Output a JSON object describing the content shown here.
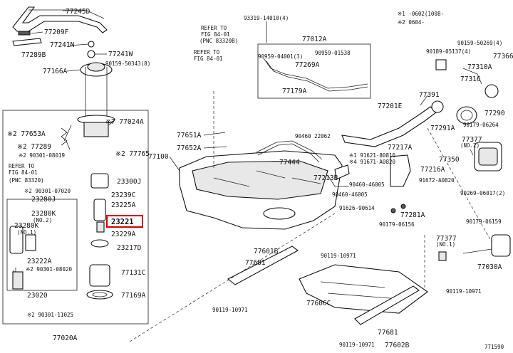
{
  "diagram": {
    "labels": {
      "p77245D": "77245D",
      "p77209F": "77209F",
      "p77289B": "77289B",
      "p77241N": "77241N",
      "p77241W": "77241W",
      "p90159_50343": "90159-50343(8)",
      "p77166A": "77166A",
      "p77024A": "※7 77024A",
      "p77653A": "※2 77653A",
      "p77289": "※2 77289",
      "p90301_08019": "※2 90301-08019",
      "p77765": "※2 77765",
      "ref_fig84_left": "REFER TO",
      "ref_fig84_left2": "FIG 84-01",
      "ref_pnc83320_left": "(PNC 83320)",
      "p90301_07020": "※2 90301-07020",
      "p23280J": "23280J",
      "p23280K_top": "23280K",
      "p23280K_no2": "(NO.2)",
      "p23280K": "23280K",
      "p23280K_no1": "(NO.1)",
      "p23222A": "23222A",
      "p90301_08020": "※2 90301-08020",
      "p23020": "23020",
      "p90301_11025": "※2 90301-11025",
      "p77020A": "77020A",
      "p23300J": "23300J",
      "p23239C": "23239C",
      "p23225A": "23225A",
      "p23221": "23221",
      "p23229A": "23229A",
      "p23217D": "23217D",
      "p77131C": "77131C",
      "p77169A": "77169A",
      "ref_fig84_mid": "REFER TO",
      "ref_fig84_mid2": "FIG 84-01",
      "ref_pnc83320_mid": "(PNC 83320B)",
      "ref_fig84_mid3": "REFER TO",
      "ref_fig84_mid4": "FIG 84-01",
      "p77651A": "77651A",
      "p77652A": "77652A",
      "p77100": "77100",
      "p93319": "93319-14010(4)",
      "p77012A": "77012A",
      "p90959_04001": "90959-04001(3)",
      "p90959_01538": "90959-01538",
      "p77269A": "77269A",
      "p77179A": "77179A",
      "p90460_22062": "90460 22062",
      "p77444": "77444",
      "p91621": "※1 91621-80816",
      "p91671": "※4 91671-A0820",
      "p77213B": "77213B",
      "p90460_46005a": "90460-46005",
      "p90460_46005b": "90460-46005",
      "p91626": "91626-90614",
      "p77217A": "77217A",
      "p77216A": "77216A",
      "p91672": "91672-A0820",
      "p77281A": "77281A",
      "p90179_06156": "90179-06156",
      "p77201E": "77201E",
      "p77391": "77391",
      "p77291A": "77291A",
      "p77290": "77290",
      "p90179_06264": "90179-06264",
      "p77377_top": "77377",
      "p77377_no2": "(NO.2)",
      "p77350": "77350",
      "p90269_06017": "90269-06017(2)",
      "p90189_05137": "90189-05137(4)",
      "p90159_50269": "90159-50269(4)",
      "p77366": "77366",
      "p77310A": "77310A",
      "p77316": "77316",
      "legend1": "※1  -0602(1008-",
      "legend2": "※2 0604-",
      "p90179_06159": "90179-06159",
      "p77377": "77377",
      "p77377_no1": "(NO.1)",
      "p77030A": "77030A",
      "p77601B": "77601B",
      "p77681a": "77681",
      "p90119_10971a": "90119-10971",
      "p90119_10971b": "90119-10971",
      "p90119_10971c": "90119-10971",
      "p90119_10971d": "90119-10971",
      "p77606C": "77606C",
      "p77681b": "77681",
      "p77602B": "77602B",
      "footer": "771590"
    }
  }
}
